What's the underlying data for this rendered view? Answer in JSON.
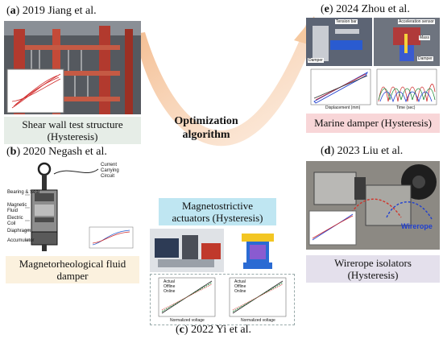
{
  "panels": {
    "a": {
      "letter": "a",
      "caption": "2019 Jiang et al.",
      "label": "Shear wall test structure (Hysteresis)",
      "label_line1": "Shear wall test structure",
      "label_line2": "(Hysteresis)"
    },
    "b": {
      "letter": "b",
      "caption": "2020 Negash et al.",
      "label_line1": "Magnetorheological fluid",
      "label_line2": "damper",
      "parts": [
        "Bearing & Seal",
        "Magnetic Fluid",
        "Electric Coil",
        "Diaphragm",
        "Accumulator"
      ],
      "circuit_label_1": "Current",
      "circuit_label_2": "Carrying",
      "circuit_label_3": "Circuit"
    },
    "c": {
      "letter": "c",
      "caption": "2022 Yi et al.",
      "label_line1": "Magnetostrictive",
      "label_line2": "actuators (Hysteresis)",
      "legend": [
        "Actual",
        "Offline",
        "Online"
      ],
      "xlabel": "Normalized voltage"
    },
    "d": {
      "letter": "d",
      "caption": "2023 Liu et al.",
      "label_line1": "Wirerope isolators",
      "label_line2": "(Hysteresis)",
      "photo_tag": "Wirerope"
    },
    "e": {
      "letter": "e",
      "caption": "2024 Zhou et al.",
      "label": "Marine damper (Hysteresis)",
      "sub_a_tags": [
        "Tension bar",
        "Damper"
      ],
      "sub_b_tags": [
        "Acceleration sensor",
        "Mass",
        "Damper"
      ],
      "xlabel_left": "Displacement (mm)",
      "xlabel_right": "Time (sec)"
    }
  },
  "center": {
    "line1": "Optimization",
    "line2": "algorithm"
  },
  "colors": {
    "label_a": "#e6ede7",
    "label_b": "#fbf1de",
    "label_c": "#bfe6f2",
    "label_d": "#e4e0ec",
    "label_e": "#f8d6d8",
    "arrow": "#f6c9a0"
  }
}
